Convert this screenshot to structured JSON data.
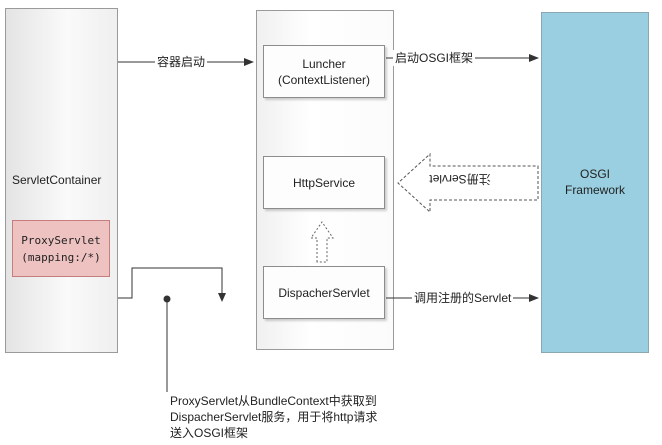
{
  "servlet_container": {
    "label": "ServletContainer"
  },
  "proxy_servlet": {
    "line1": "ProxyServlet",
    "line2": "(mapping:/*)"
  },
  "luncher": {
    "line1": "Luncher",
    "line2": "(ContextListener)"
  },
  "http_service": {
    "label": "HttpService"
  },
  "dispatcher_servlet": {
    "label": "DispacherServlet"
  },
  "osgi_framework": {
    "line1": "OSGI",
    "line2": "Framework"
  },
  "edges": {
    "container_start": "容器启动",
    "start_osgi": "启动OSGI框架",
    "register": "注册Servlet",
    "call_registered": "调用注册的Servlet"
  },
  "note": {
    "line1": "ProxyServlet从BundleContext中获取到",
    "line2": "DispacherServlet服务，用于将http请求",
    "line3": "送入OSGI框架"
  },
  "colors": {
    "osgi_fill": "#99cfe0",
    "proxy_fill": "#efc2c2"
  }
}
